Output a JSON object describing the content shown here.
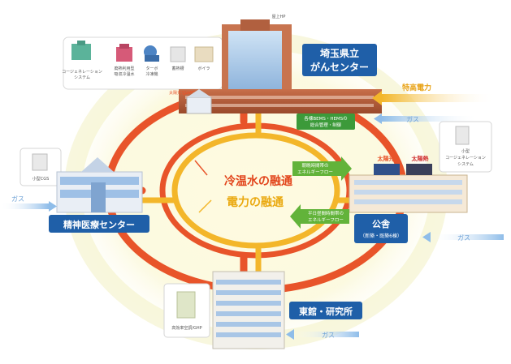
{
  "center": {
    "cold_water_label": "冷温水の融通",
    "power_label": "電力の融通"
  },
  "facilities": {
    "cancer_center": {
      "title_line1": "埼玉県立",
      "title_line2": "がんセンター",
      "helipad_label": "屋上HP",
      "solar_label": "太陽光30kW",
      "bems_line1": "各棟BEMS・HEMSの",
      "bems_line2": "総合管理・制御",
      "equipment": [
        {
          "line1": "コージェネレーション",
          "line2": "システム"
        },
        {
          "line1": "廃熱利用型",
          "line2": "吸収冷温水"
        },
        {
          "line1": "ターボ",
          "line2": "冷凍機"
        },
        {
          "line1": "蓄熱槽",
          "line2": ""
        },
        {
          "line1": "ボイラ",
          "line2": ""
        }
      ]
    },
    "psychiatric_center": {
      "title": "精神医療センター",
      "equipment": "小型CGS"
    },
    "public_housing": {
      "title": "公舎",
      "subtitle": "（新築・既築6棟）",
      "solar_pv": "太陽光",
      "solar_thermal": "太陽熱",
      "equipment_line1": "小型",
      "equipment_line2": "コージェネレーション",
      "equipment_line3": "システム"
    },
    "east_wing": {
      "title": "東館・研究所",
      "equipment": "高効率空調/GHP"
    }
  },
  "flows": {
    "day_line1": "朝晩時間帯の",
    "day_line2": "エネルギーフロー",
    "night_line1": "平日昼間時間帯の",
    "night_line2": "エネルギーフロー"
  },
  "inputs": {
    "special_power": "特高電力",
    "gas": "ガス"
  },
  "colors": {
    "cold_water_ring": "#e8542a",
    "power_ring": "#f3b62a",
    "label_box": "#1f5fa8",
    "gas_arrow": "#9ec6ec",
    "power_arrow": "#f3b62a",
    "flow_arrow": "#62b33a",
    "cold_water_text": "#e2451c",
    "power_text": "#eaa90f"
  }
}
